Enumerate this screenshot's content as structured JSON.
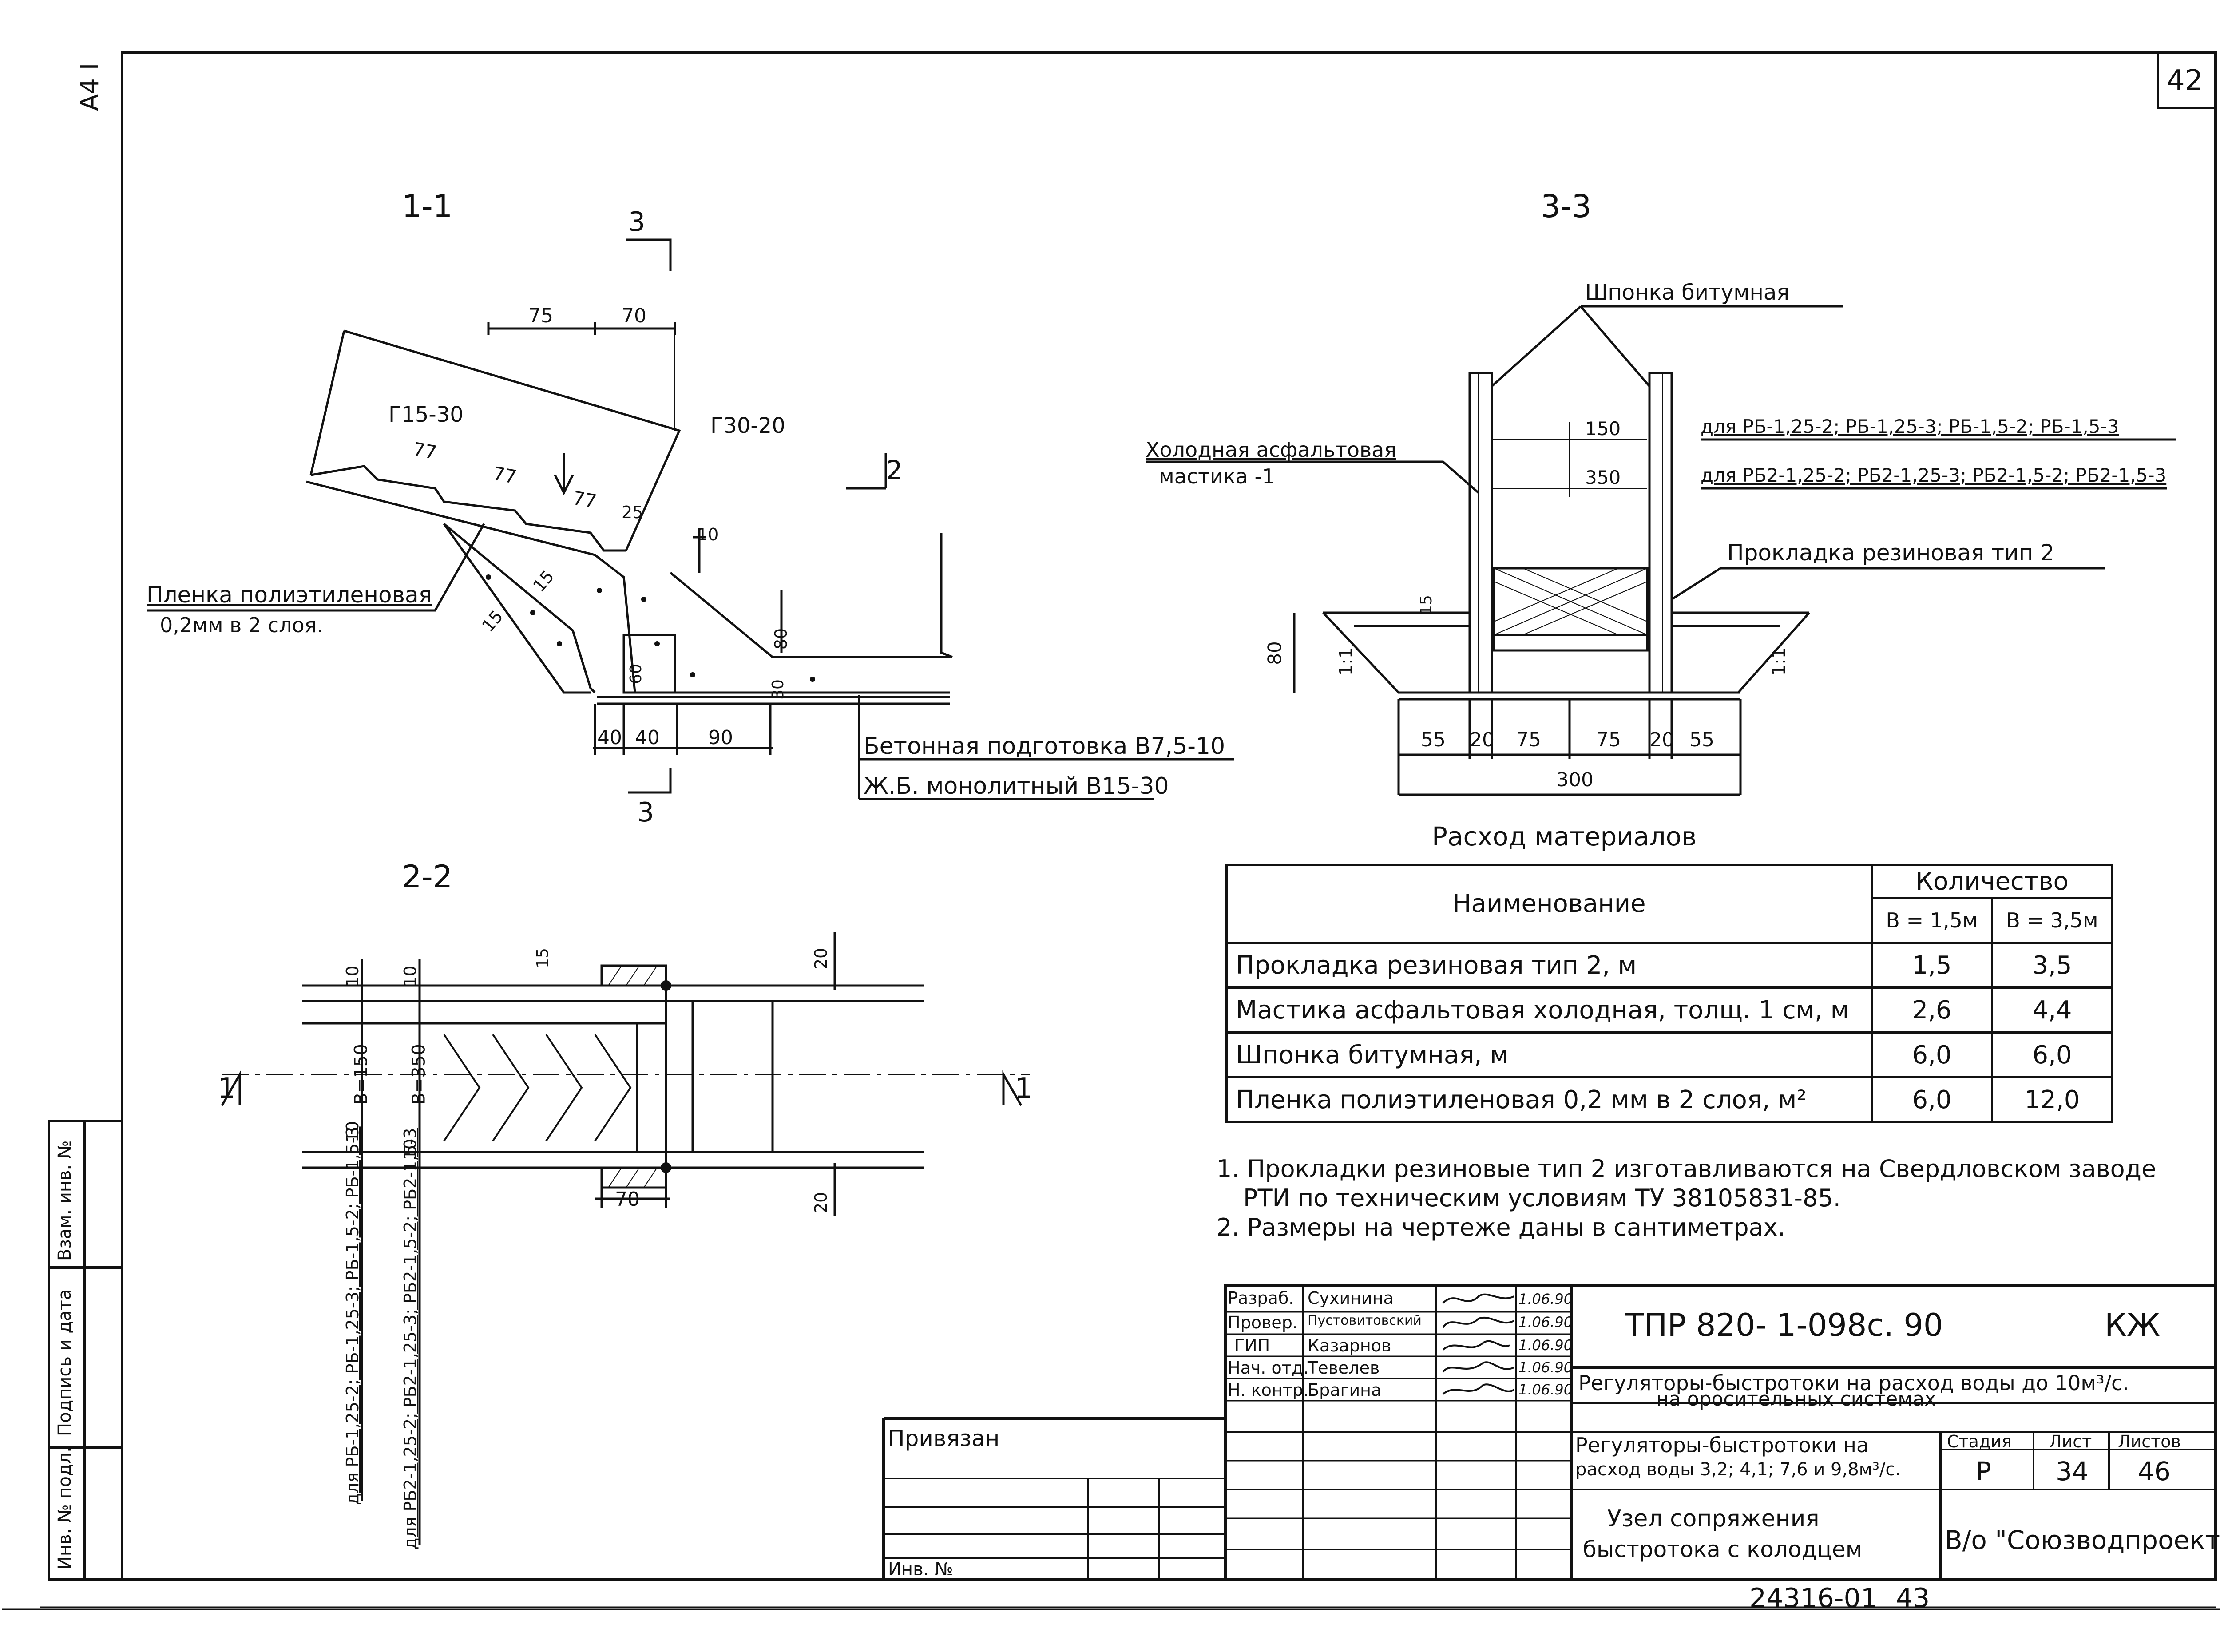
{
  "sheet": {
    "sheet_number": "42",
    "format_mark": "А4 I",
    "bottom_code": "24316-01",
    "bottom_page": "43"
  },
  "sections": {
    "s11": "1-1",
    "s22": "2-2",
    "s33": "3-3",
    "cut3_top": "3",
    "cut3_bottom": "3",
    "cut2": "2",
    "cut1_left": "1",
    "cut1_right": "1"
  },
  "section11": {
    "dim_75": "75",
    "dim_70": "70",
    "dim_77a": "77",
    "dim_77b": "77",
    "dim_77c": "77",
    "dim_25": "25",
    "dim_10": "10",
    "dim_15a": "15",
    "dim_15b": "15",
    "dim_80": "80",
    "dim_30": "30",
    "dim_60": "60",
    "dim_40a": "40",
    "dim_40b": "40",
    "dim_90": "90",
    "g15_30": "Г15-30",
    "g30_20": "Г30-20",
    "film_label": "Пленка полиэтиленовая",
    "film_sub": "0,2мм в 2 слоя.",
    "concrete_prep": "Бетонная подготовка В7,5-10",
    "rc_mono": "Ж.Б. монолитный В15-30"
  },
  "section33": {
    "key_label": "Шпонка битумная",
    "mastic_label": "Холодная асфальтовая",
    "mastic_sub": "мастика -1",
    "dim_150": "150",
    "dim_350": "350",
    "for_rb": "для РБ-1,25-2; РБ-1,25-3; РБ-1,5-2; РБ-1,5-3",
    "for_rb2": "для РБ2-1,25-2; РБ2-1,25-3; РБ2-1,5-2; РБ2-1,5-3",
    "gasket_label": "Прокладка резиновая тип 2",
    "dim_15": "15",
    "dim_80": "80",
    "slope_l": "1:1",
    "slope_r": "1:1",
    "d55a": "55",
    "d20a": "20",
    "d75a": "75",
    "d75b": "75",
    "d20b": "20",
    "d55b": "55",
    "d300": "300"
  },
  "section22": {
    "d10a": "10",
    "d10b": "10",
    "d15": "15",
    "d20a": "20",
    "d20b": "20",
    "d10c": "10",
    "d10d": "10",
    "b150": "B=150",
    "b350": "B=350",
    "d70": "70",
    "rb_vert": "для РБ-1,25-2; РБ-1,25-3; РБ-1,5-2; РБ-1,5-3",
    "rb2_vert": "для РБ2-1,25-2; РБ2-1,25-3; РБ2-1,5-2; РБ2-1,5-3"
  },
  "materials": {
    "title": "Расход материалов",
    "col_name": "Наименование",
    "col_qty": "Количество",
    "col_b15": "B = 1,5м",
    "col_b35": "B = 3,5м",
    "rows": [
      {
        "name": "Прокладка резиновая тип 2, м",
        "b15": "1,5",
        "b35": "3,5"
      },
      {
        "name": "Мастика асфальтовая холодная, толщ. 1 см, м",
        "b15": "2,6",
        "b35": "4,4"
      },
      {
        "name": "Шпонка битумная, м",
        "b15": "6,0",
        "b35": "6,0"
      },
      {
        "name": "Пленка полиэтиленовая 0,2 мм в 2 слоя, м²",
        "b15": "6,0",
        "b35": "12,0"
      }
    ]
  },
  "notes": {
    "n1": "1. Прокладки резиновые тип 2 изготавливаются на Свердловском заводе",
    "n1b": "РТИ по техническим условиям ТУ 38105831-85.",
    "n2": "2. Размеры на чертеже даны в сантиметрах."
  },
  "title_block": {
    "roles": [
      "Разраб.",
      "Провер.",
      "ГИП",
      "Нач. отд.",
      "Н. контр."
    ],
    "names": [
      "Сухинина",
      "Пустовитовский",
      "Казарнов",
      "Тевелев",
      "Брагина"
    ],
    "dates": [
      "1.06.90",
      "1.06.90",
      "1.06.90",
      "1.06.90",
      "1.06.90"
    ],
    "doc_code": "ТПР 820- 1-098с. 90",
    "doc_mark": "КЖ",
    "project_title": "Регуляторы-быстротоки на расход воды до 10м³/с.",
    "project_title2": "на оросительных системах",
    "subtitle": "Регуляторы-быстротоки на",
    "subtitle2": "расход воды 3,2; 4,1; 7,6 и 9,8м³/с.",
    "stage_label": "Стадия",
    "sheet_label": "Лист",
    "sheets_label": "Листов",
    "stage": "Р",
    "sheet": "34",
    "sheets": "46",
    "drawing_name": "Узел сопряжения",
    "drawing_name2": "быстротока с колодцем",
    "org": "В/о \"Союзводпроект\"",
    "bound_label": "Привязан",
    "inv_label": "Инв. №"
  },
  "side_stamp": {
    "inv_orig": "Инв. № подл.",
    "sign_date": "Подпись и дата",
    "replace_inv": "Взам. инв. №"
  }
}
